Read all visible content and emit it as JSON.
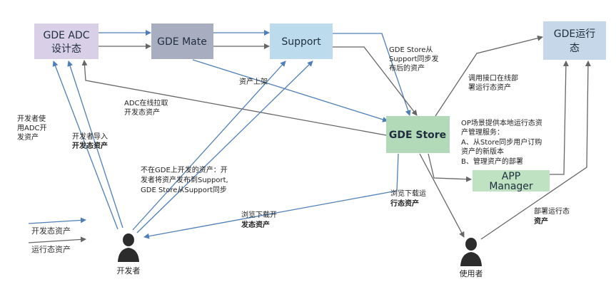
{
  "colors": {
    "adc": "#d9d0e8",
    "mate": "#a8adc0",
    "support": "#bcdcee",
    "runtime": "#c6d7e9",
    "store": "#b2dab8",
    "app": "#bfe3c2",
    "arrow_dev": "#4e7fb8",
    "arrow_run": "#666666"
  },
  "nodes": {
    "adc": {
      "line1": "GDE ADC",
      "line2": "设计态"
    },
    "mate": {
      "label": "GDE Mate"
    },
    "support": {
      "label": "Support"
    },
    "runtime": {
      "line1": "GDE运行",
      "line2": "态"
    },
    "store": {
      "label": "GDE Store"
    },
    "app": {
      "line1": "APP",
      "line2": "Manager"
    }
  },
  "actors": {
    "developer": "开发者",
    "user": "使用者"
  },
  "notes": {
    "dev_use_adc": [
      "开发者使",
      "用ADC开",
      "发资产"
    ],
    "dev_import": [
      "开发者导入",
      "开发态资产"
    ],
    "adc_pull": [
      "ADC在线拉取",
      "开发态资产"
    ],
    "listing": "资产上架",
    "store_sync": [
      "GDE Store从",
      "Support同步发",
      "布后的资产"
    ],
    "call_api": [
      "调用接口在线部",
      "署运行态资产"
    ],
    "op_scene": [
      "OP场景提供本地运行态资",
      "产管理服务：",
      "A、从Store同步用户订购",
      "资产的新版本",
      "B、管理资产的部署"
    ],
    "non_gde": [
      "不在GDE上开发的资产：开",
      "发者将资产发布到Support,",
      "GDE Store从Support同步"
    ],
    "dev_browse": [
      "浏览下载开",
      "发态资产"
    ],
    "user_browse": [
      "浏览下载运",
      "行态资产"
    ],
    "deploy_run": [
      "部署运行态",
      "资产"
    ]
  },
  "legend": {
    "dev": "开发态资产",
    "run": "运行态资产"
  }
}
